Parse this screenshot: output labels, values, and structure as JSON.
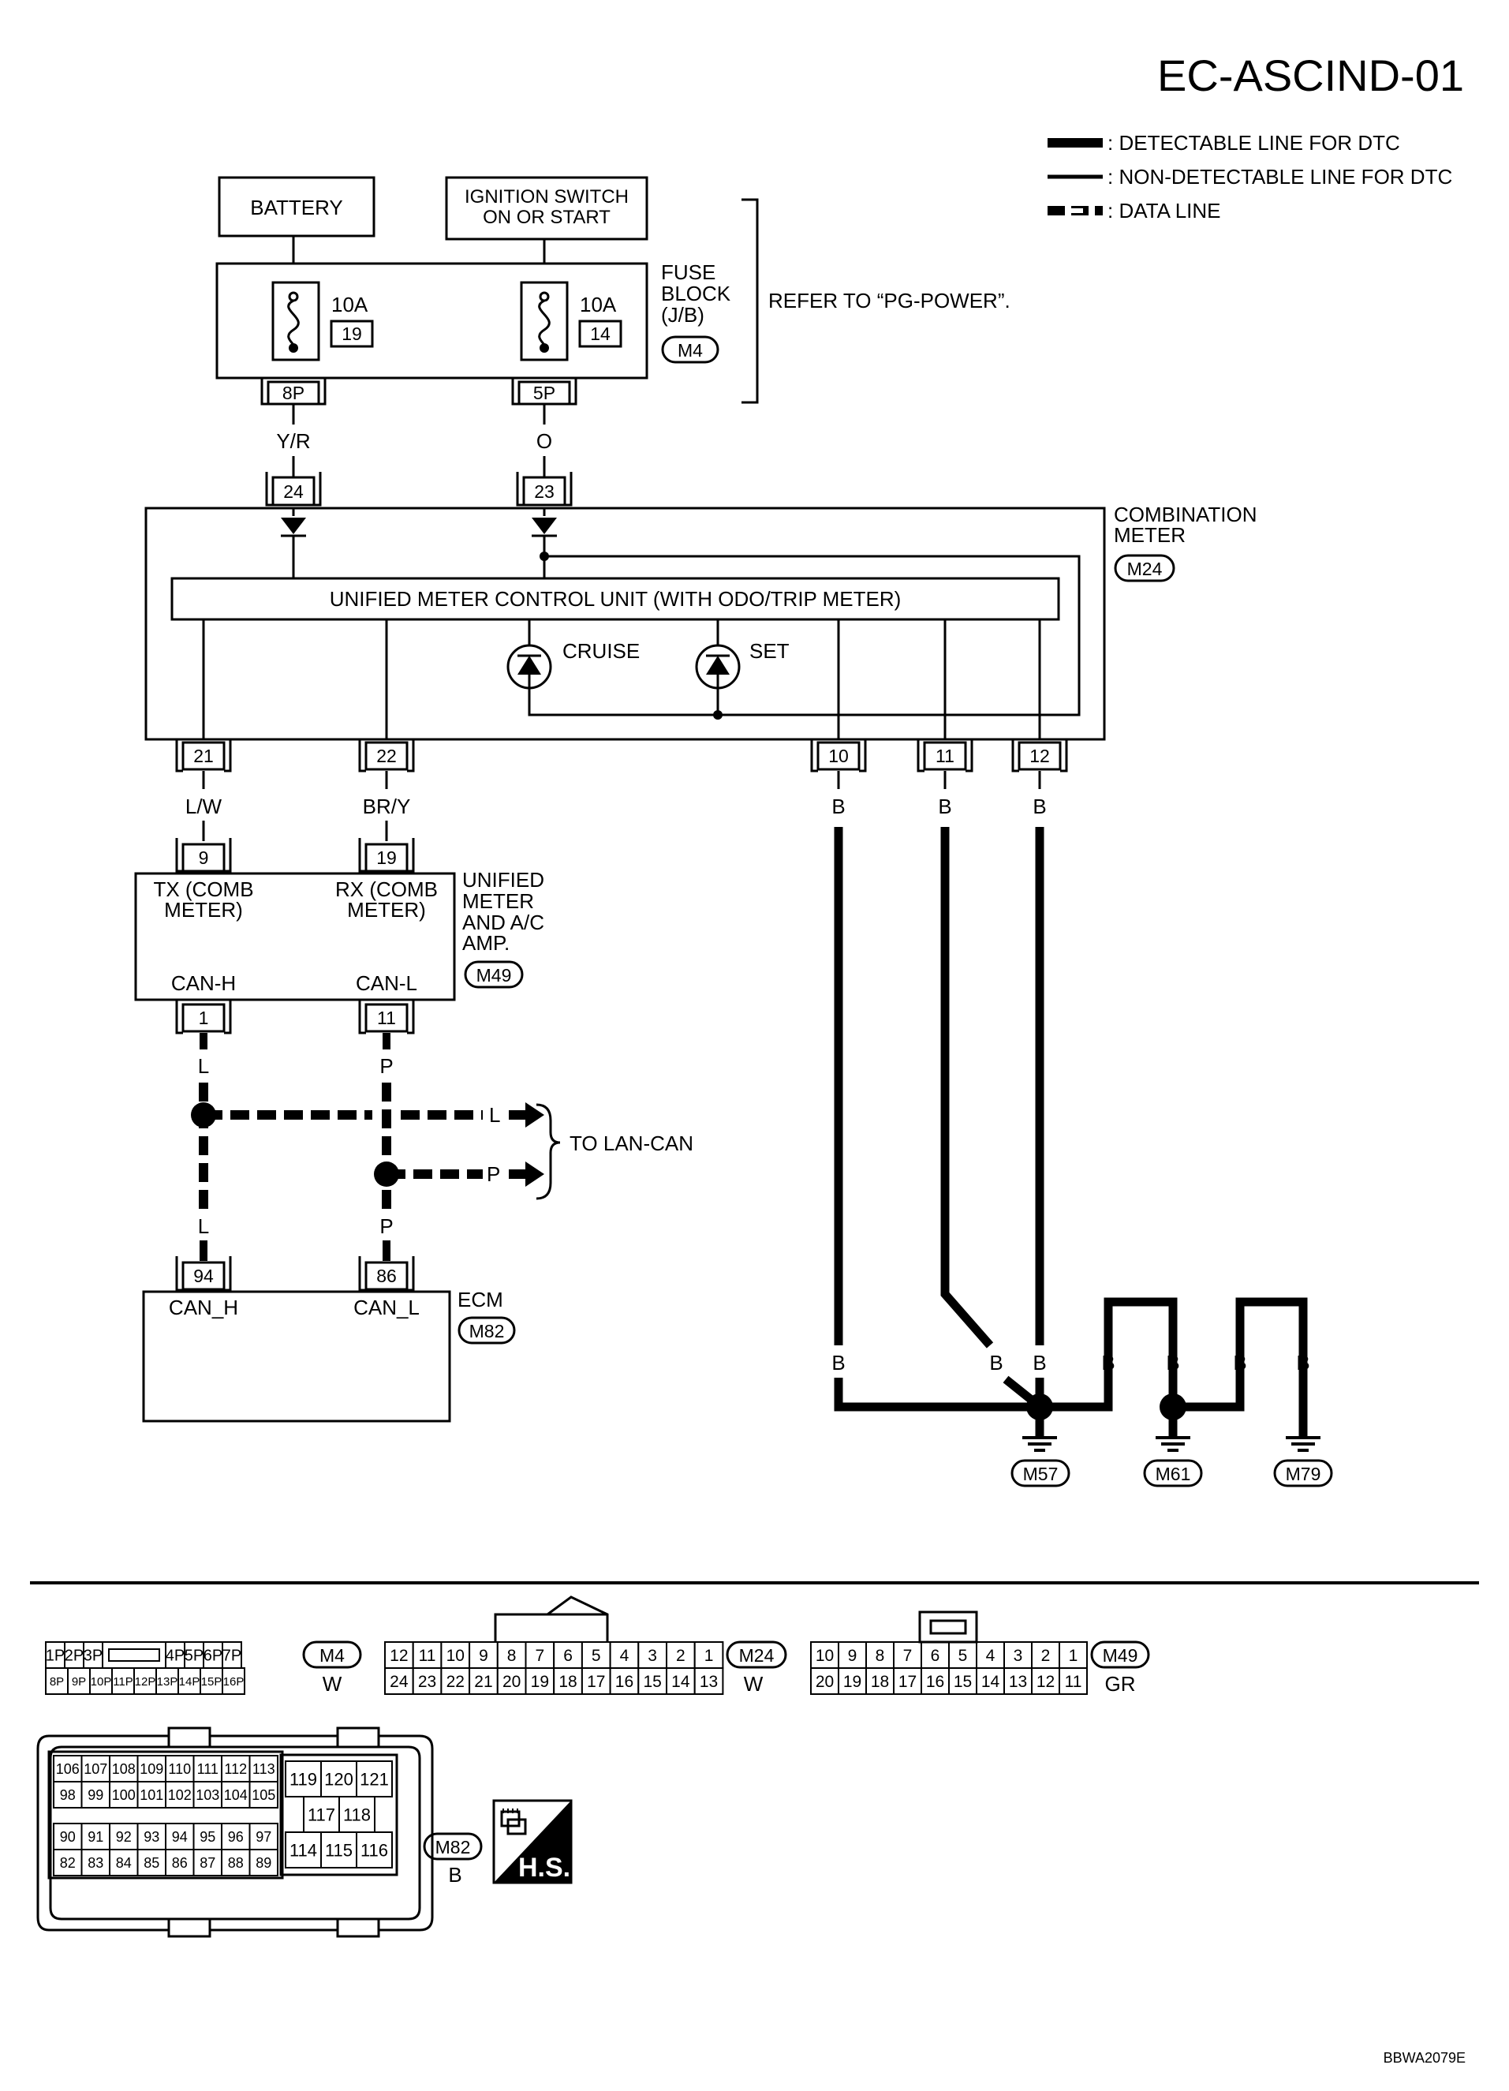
{
  "header": {
    "diagram_id": "EC-ASCIND-01",
    "figure_code": "BBWA2079E"
  },
  "legend": [
    {
      "key": "detectable",
      "text": ": DETECTABLE LINE FOR DTC"
    },
    {
      "key": "non_detectable",
      "text": ": NON-DETECTABLE LINE FOR DTC"
    },
    {
      "key": "data",
      "text": ": DATA LINE"
    }
  ],
  "power": {
    "battery": "BATTERY",
    "ignition": [
      "IGNITION SWITCH",
      "ON OR START"
    ],
    "fuse_block": [
      "FUSE",
      "BLOCK",
      "(J/B)"
    ],
    "fuse_block_conn": "M4",
    "refer": "REFER TO “PG-POWER”.",
    "fuses": [
      {
        "amps": "10A",
        "num": "19",
        "terminal": "8P",
        "wire": "Y/R",
        "meter_terminal": "24"
      },
      {
        "amps": "10A",
        "num": "14",
        "terminal": "5P",
        "wire": "O",
        "meter_terminal": "23"
      }
    ]
  },
  "combination_meter": {
    "label": [
      "COMBINATION",
      "METER"
    ],
    "conn": "M24",
    "unit": "UNIFIED METER CONTROL UNIT (WITH ODO/TRIP METER)",
    "lamps": [
      "CRUISE",
      "SET"
    ],
    "terminals": [
      {
        "pin": "21",
        "wire": "L/W"
      },
      {
        "pin": "22",
        "wire": "BR/Y"
      },
      {
        "pin": "10",
        "wire": "B"
      },
      {
        "pin": "11",
        "wire": "B"
      },
      {
        "pin": "12",
        "wire": "B"
      }
    ]
  },
  "amp": {
    "label": [
      "UNIFIED",
      "METER",
      "AND A/C",
      "AMP."
    ],
    "conn": "M49",
    "tx": [
      "TX (COMB",
      "METER)"
    ],
    "rx": [
      "RX (COMB",
      "METER)"
    ],
    "in_pins": [
      "9",
      "19"
    ],
    "can_h": "CAN-H",
    "can_l": "CAN-L",
    "out_pins": [
      "1",
      "11"
    ],
    "out_wires": [
      "L",
      "P"
    ]
  },
  "lan": {
    "l": "L",
    "p": "P",
    "label": "TO LAN-CAN"
  },
  "ecm": {
    "label": "ECM",
    "conn": "M82",
    "wires": [
      "L",
      "P"
    ],
    "pins": [
      "94",
      "86"
    ],
    "can_h": "CAN_H",
    "can_l": "CAN_L"
  },
  "ground": {
    "wire": "B",
    "conns": [
      "M57",
      "M61",
      "M79"
    ]
  },
  "connector_views": {
    "m4": {
      "conn": "M4",
      "color": "W",
      "row1": [
        "1P",
        "2P",
        "3P",
        "",
        "4P",
        "5P",
        "6P",
        "7P"
      ],
      "row2": [
        "8P",
        "9P",
        "10P",
        "11P",
        "12P",
        "13P",
        "14P",
        "15P",
        "16P"
      ]
    },
    "m24": {
      "conn": "M24",
      "color": "W",
      "row1": [
        "12",
        "11",
        "10",
        "9",
        "8",
        "7",
        "6",
        "5",
        "4",
        "3",
        "2",
        "1"
      ],
      "row2": [
        "24",
        "23",
        "22",
        "21",
        "20",
        "19",
        "18",
        "17",
        "16",
        "15",
        "14",
        "13"
      ]
    },
    "m49": {
      "conn": "M49",
      "color": "GR",
      "row1": [
        "10",
        "9",
        "8",
        "7",
        "6",
        "5",
        "4",
        "3",
        "2",
        "1"
      ],
      "row2": [
        "20",
        "19",
        "18",
        "17",
        "16",
        "15",
        "14",
        "13",
        "12",
        "11"
      ]
    },
    "m82": {
      "conn": "M82",
      "color": "B",
      "left_rows": [
        [
          "106",
          "107",
          "108",
          "109",
          "110",
          "111",
          "112",
          "113"
        ],
        [
          "98",
          "99",
          "100",
          "101",
          "102",
          "103",
          "104",
          "105"
        ],
        [
          "90",
          "91",
          "92",
          "93",
          "94",
          "95",
          "96",
          "97"
        ],
        [
          "82",
          "83",
          "84",
          "85",
          "86",
          "87",
          "88",
          "89"
        ]
      ],
      "right_rows": [
        [
          "119",
          "120",
          "121"
        ],
        [
          "117",
          "118"
        ],
        [
          "114",
          "115",
          "116"
        ]
      ]
    },
    "hs_label": "H.S."
  }
}
